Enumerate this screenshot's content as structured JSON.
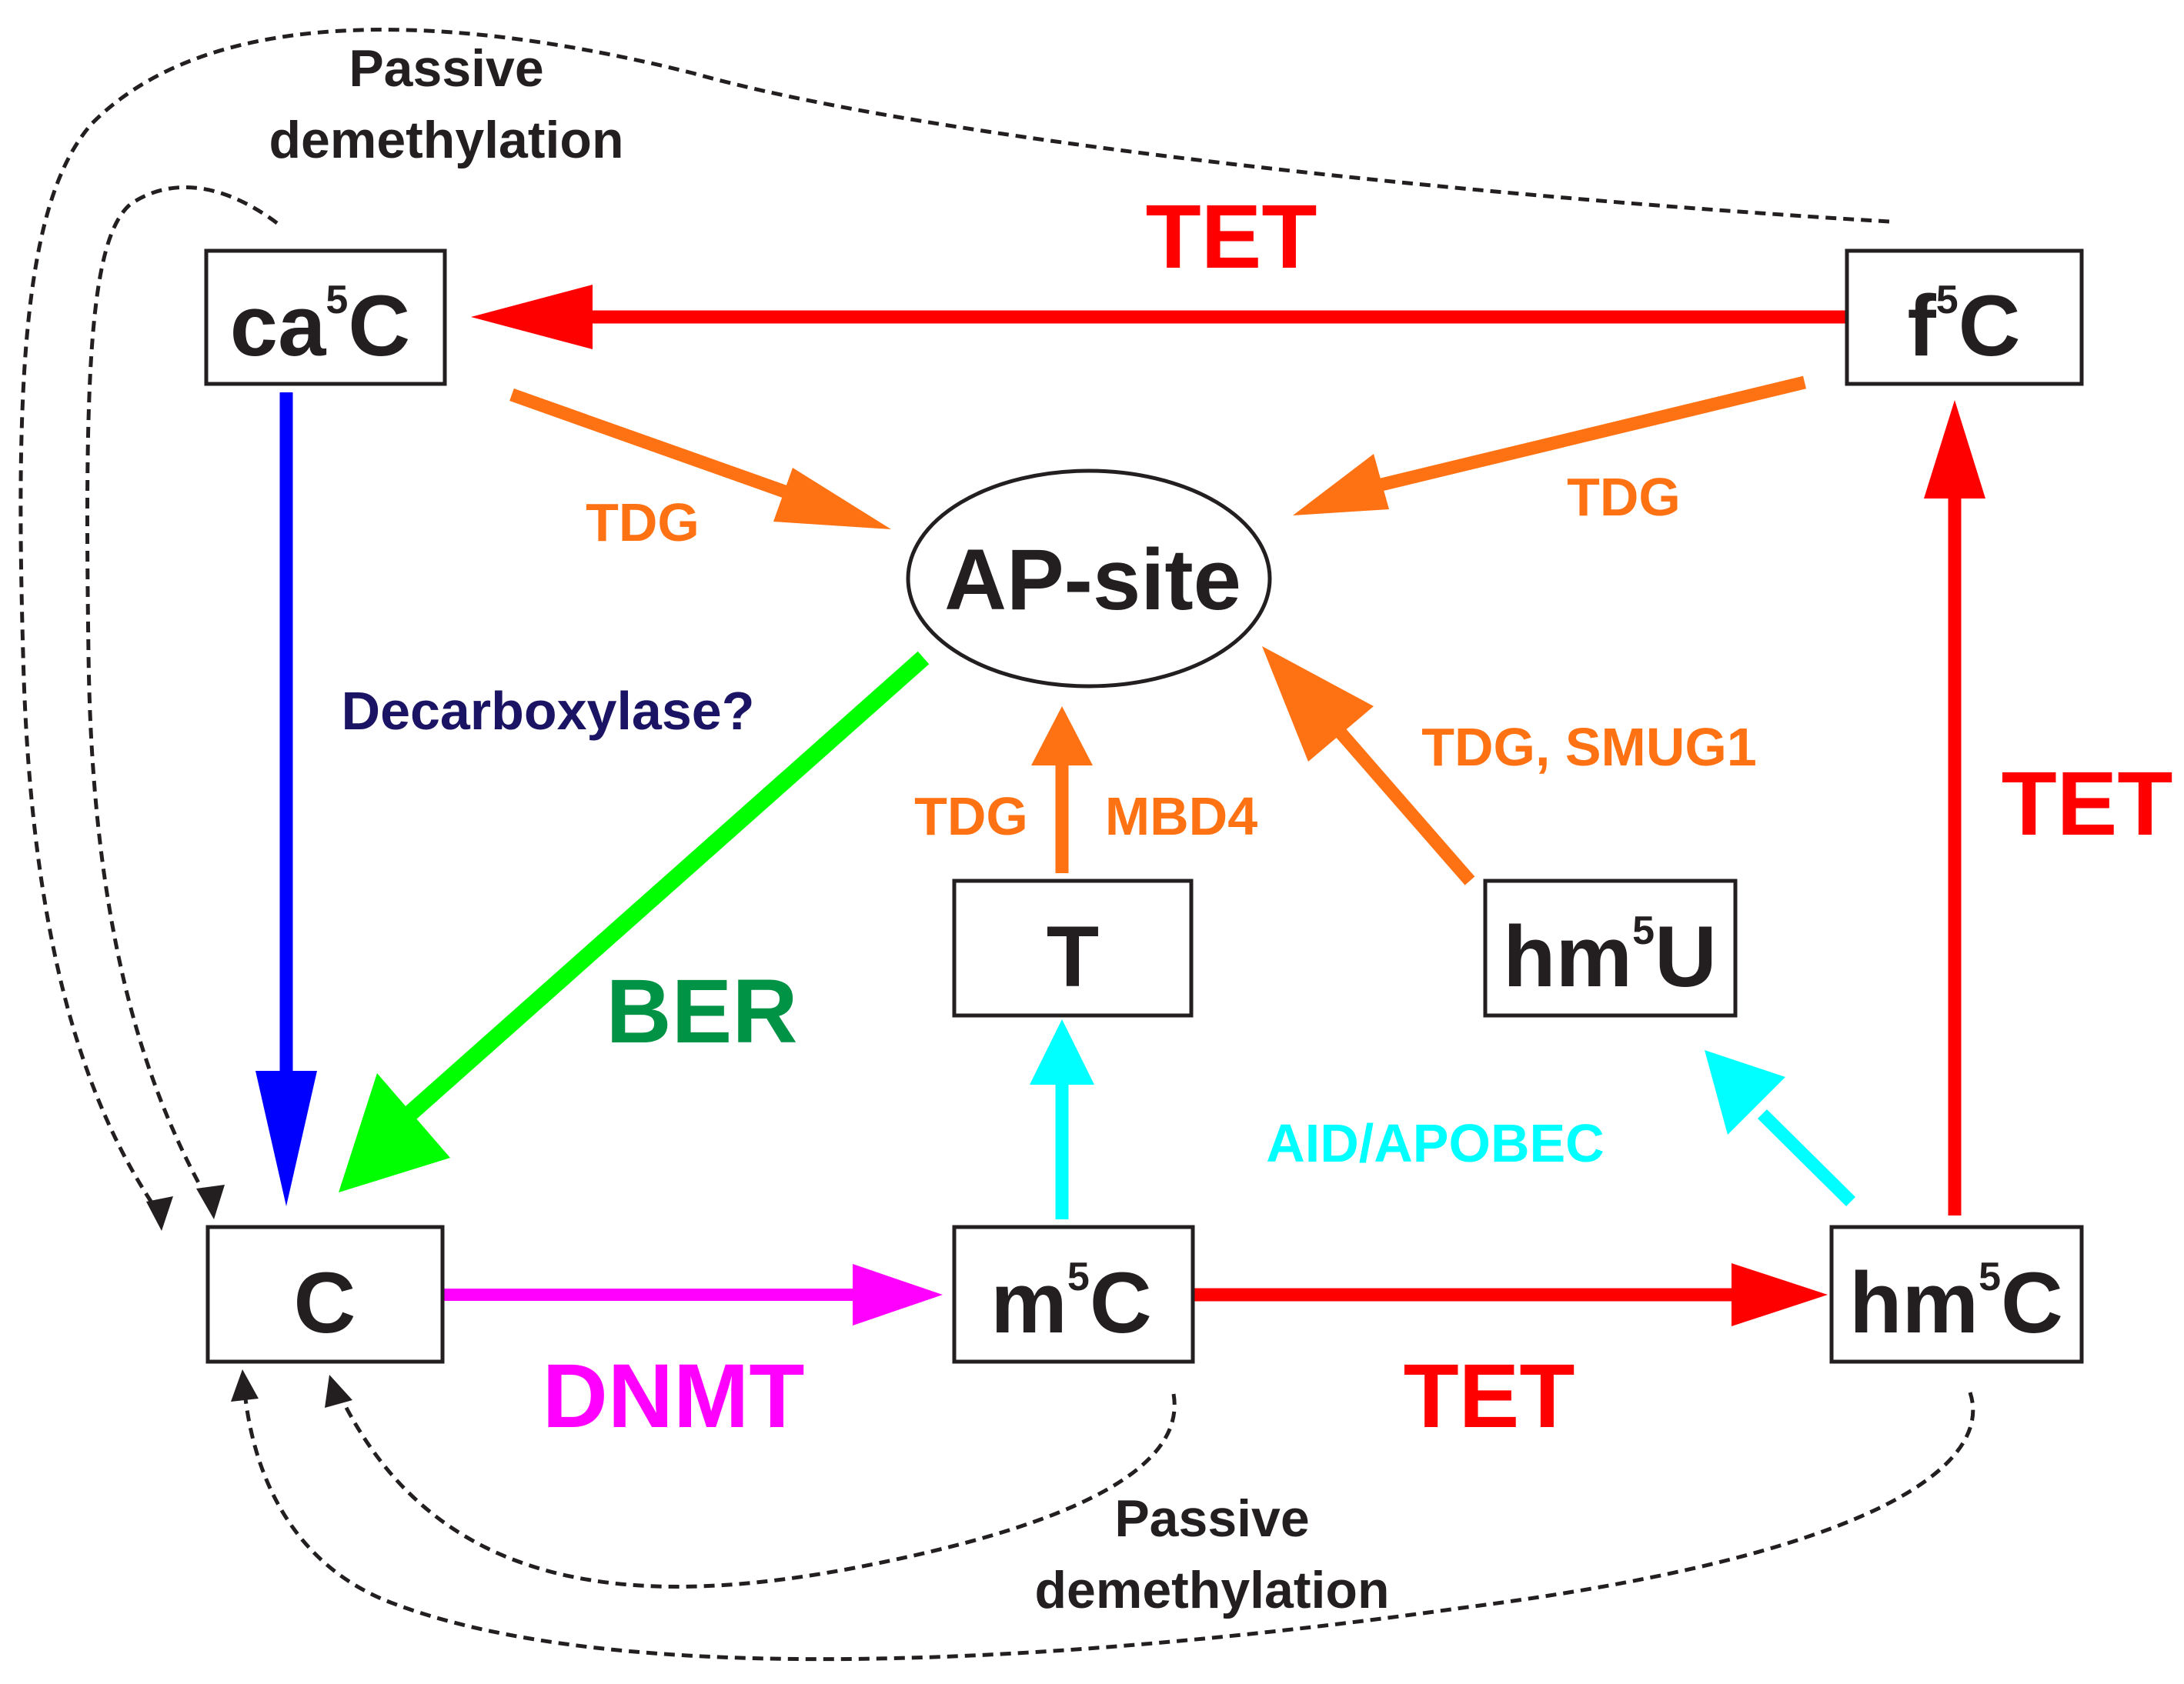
{
  "nodes": {
    "c": {
      "base": "C",
      "sup": ""
    },
    "m5c": {
      "base": "m",
      "sup": "5",
      "tail": "C"
    },
    "hm5c": {
      "base": "hm",
      "sup": "5",
      "tail": "C"
    },
    "ca5c": {
      "base": "ca",
      "sup": "5",
      "tail": "C"
    },
    "f5c": {
      "base": "f",
      "sup": "5",
      "tail": "C"
    },
    "t": {
      "base": "T"
    },
    "hm5u": {
      "base": "hm",
      "sup": "5",
      "tail": "U"
    },
    "ap_site": {
      "label": "AP-site"
    }
  },
  "labels": {
    "passive_top_line1": "Passive",
    "passive_top_line2": "demethylation",
    "passive_bottom_line1": "Passive",
    "passive_bottom_line2": "demethylation",
    "tet_top": "TET",
    "tet_right": "TET",
    "tet_bottom": "TET",
    "tdg_left": "TDG",
    "tdg_right": "TDG",
    "tdg_t": "TDG",
    "mbd4": "MBD4",
    "tdg_smug1": "TDG, SMUG1",
    "decarboxylase": "Decarboxylase?",
    "ber": "BER",
    "dnmt": "DNMT",
    "aid_apobec": "AID/APOBEC"
  },
  "colors": {
    "tet": "#ff0000",
    "tdg": "#ff7214",
    "ber_arrow": "#00ff00",
    "ber_text": "#009245",
    "dnmt": "#ff00ff",
    "decarboxylase_arrow": "#0000ff",
    "decarboxylase_text": "#1b1464",
    "aid_apobec": "#00ffff",
    "dashed": "#231f20",
    "box_stroke": "#231f20"
  }
}
